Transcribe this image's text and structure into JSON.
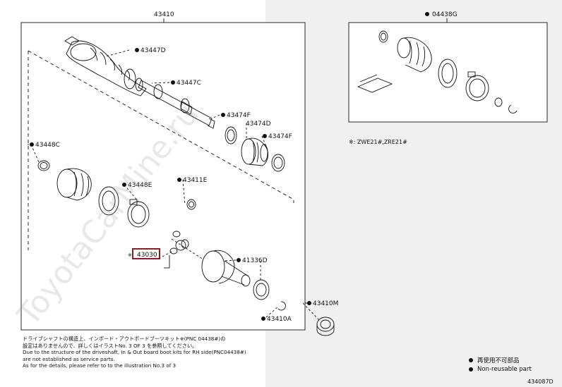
{
  "labels": {
    "assembly": "43410",
    "boot_kit_set": "04438G",
    "p_43447D": "43447D",
    "p_43447C": "43447C",
    "p_43474F_a": "43474F",
    "p_43474D": "43474D",
    "p_43474F_b": "43474F",
    "p_43448C": "43448C",
    "p_43448E": "43448E",
    "p_43411E": "43411E",
    "p_43030": "43030",
    "p_41336D": "41336D",
    "p_43410M": "43410M",
    "p_43410A": "43410A"
  },
  "inset_note": "※: ZWE21#,ZRE21#",
  "notes": [
    "ドライブシャフトの構造上、インボード・アウトボードブーツキット※(PNC 04438#)の",
    "設定はありませんので、詳しくはイラストNo. 3 OF 3 を参照してください。",
    "Due to the structure of the driveshaft, In & Out board boot kits for RH side(PNC04438#)",
    "are not established as service parts.",
    "As for the details, please refer to to the illustration No.3 of 3"
  ],
  "legend": [
    {
      "label": "再使用不可部品"
    },
    {
      "label": "Non-reusable part"
    }
  ],
  "illustration_code": "434087D",
  "watermark": "ToyotaCarMine.ru",
  "colors": {
    "highlight": "#8b1c2c",
    "right_panel_bg": "#f0f0f0",
    "line": "#111111"
  }
}
